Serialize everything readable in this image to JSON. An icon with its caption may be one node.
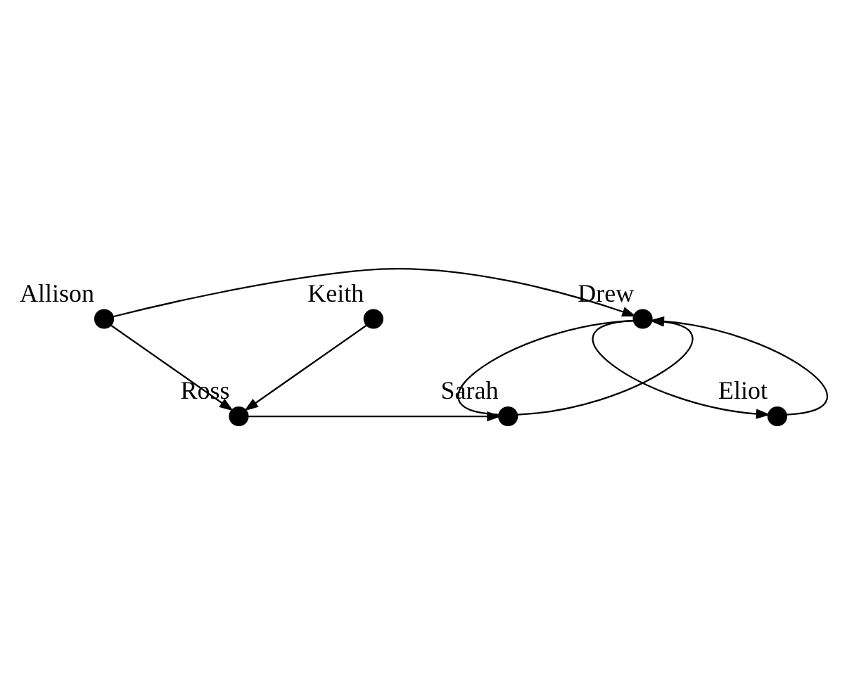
{
  "diagram": {
    "nodes": [
      {
        "text": [
          "Allison"
        ]
      },
      {
        "text": [
          "Drew"
        ]
      },
      {
        "text": [
          "Eliot"
        ]
      },
      {
        "text": [
          "Keith"
        ]
      },
      {
        "text": [
          "Ross"
        ]
      },
      {
        "text": [
          "Sarah"
        ]
      }
    ],
    "edges": [
      {
        "from": 0,
        "to": 1,
        "arrow": "to"
      },
      {
        "from": 0,
        "to": 4,
        "arrow": "to"
      },
      {
        "from": 2,
        "to": 1,
        "arrow": "to"
      },
      {
        "from": 1,
        "to": 2,
        "arrow": "to"
      },
      {
        "from": 1,
        "to": 5,
        "arrow": "none"
      },
      {
        "from": 5,
        "to": 1,
        "arrow": "to"
      },
      {
        "from": 3,
        "to": 4,
        "arrow": "to"
      },
      {
        "from": 4,
        "to": 5,
        "arrow": "to"
      }
    ]
  }
}
